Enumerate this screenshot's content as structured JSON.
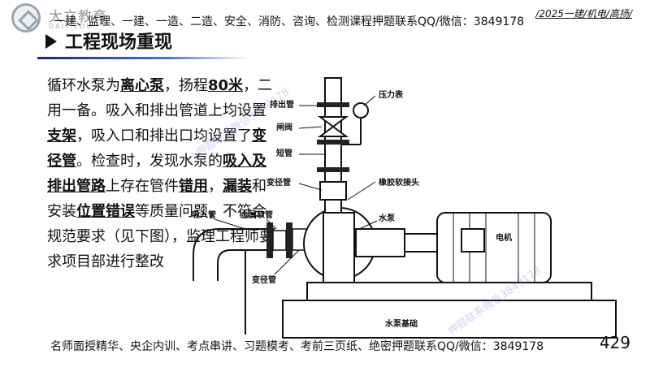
{
  "logo": {
    "name": "大立教育",
    "sub": "DALI EDU"
  },
  "top_banner": "一建、监理、一建、一造、二造、安全、消防、咨询、检测课程押题联系QQ/微信：3849178",
  "top_right_tag": "/2025一建/机电/高扬/",
  "title": "工程现场重现",
  "body": {
    "p1": "循环水泵为",
    "k1": "离心泵",
    "p2": "，扬程",
    "k2": "80米",
    "p3": "，二用一备。吸入和排出管道上均设置",
    "k3": "支架",
    "p4": "，吸入口和排出口均设置了",
    "k4": "变径管",
    "p5": "。检查时，发现水泵的",
    "k5": "吸入及排出管路",
    "p6": "上存在管件",
    "k6": "错用",
    "p7": "，",
    "k7": "漏装",
    "p8": "和安装",
    "k8": "位置错误",
    "p9": "等质量问题，不符合规范要求（见下图），监理工程师要求项目部进行整改"
  },
  "diagram_labels": {
    "outlet_pipe": "排出管",
    "pressure_gauge": "压力表",
    "gate_valve": "闸阀",
    "short_pipe": "短管",
    "reducer_top": "变径管",
    "rubber_joint": "橡胶软接头",
    "suction_pipe": "吸入管",
    "metal_hose": "金属软管",
    "pump": "水泵",
    "motor": "电机",
    "reducer_bottom": "变径管",
    "pump_foundation": "水泵基础"
  },
  "bottom_banner": "名师面授精华、央企内训、考点串讲、习题模考、考前三页纸、绝密押题联系QQ/微信：3849178",
  "page_number": "429",
  "watermark": "押题联系微信3849178"
}
